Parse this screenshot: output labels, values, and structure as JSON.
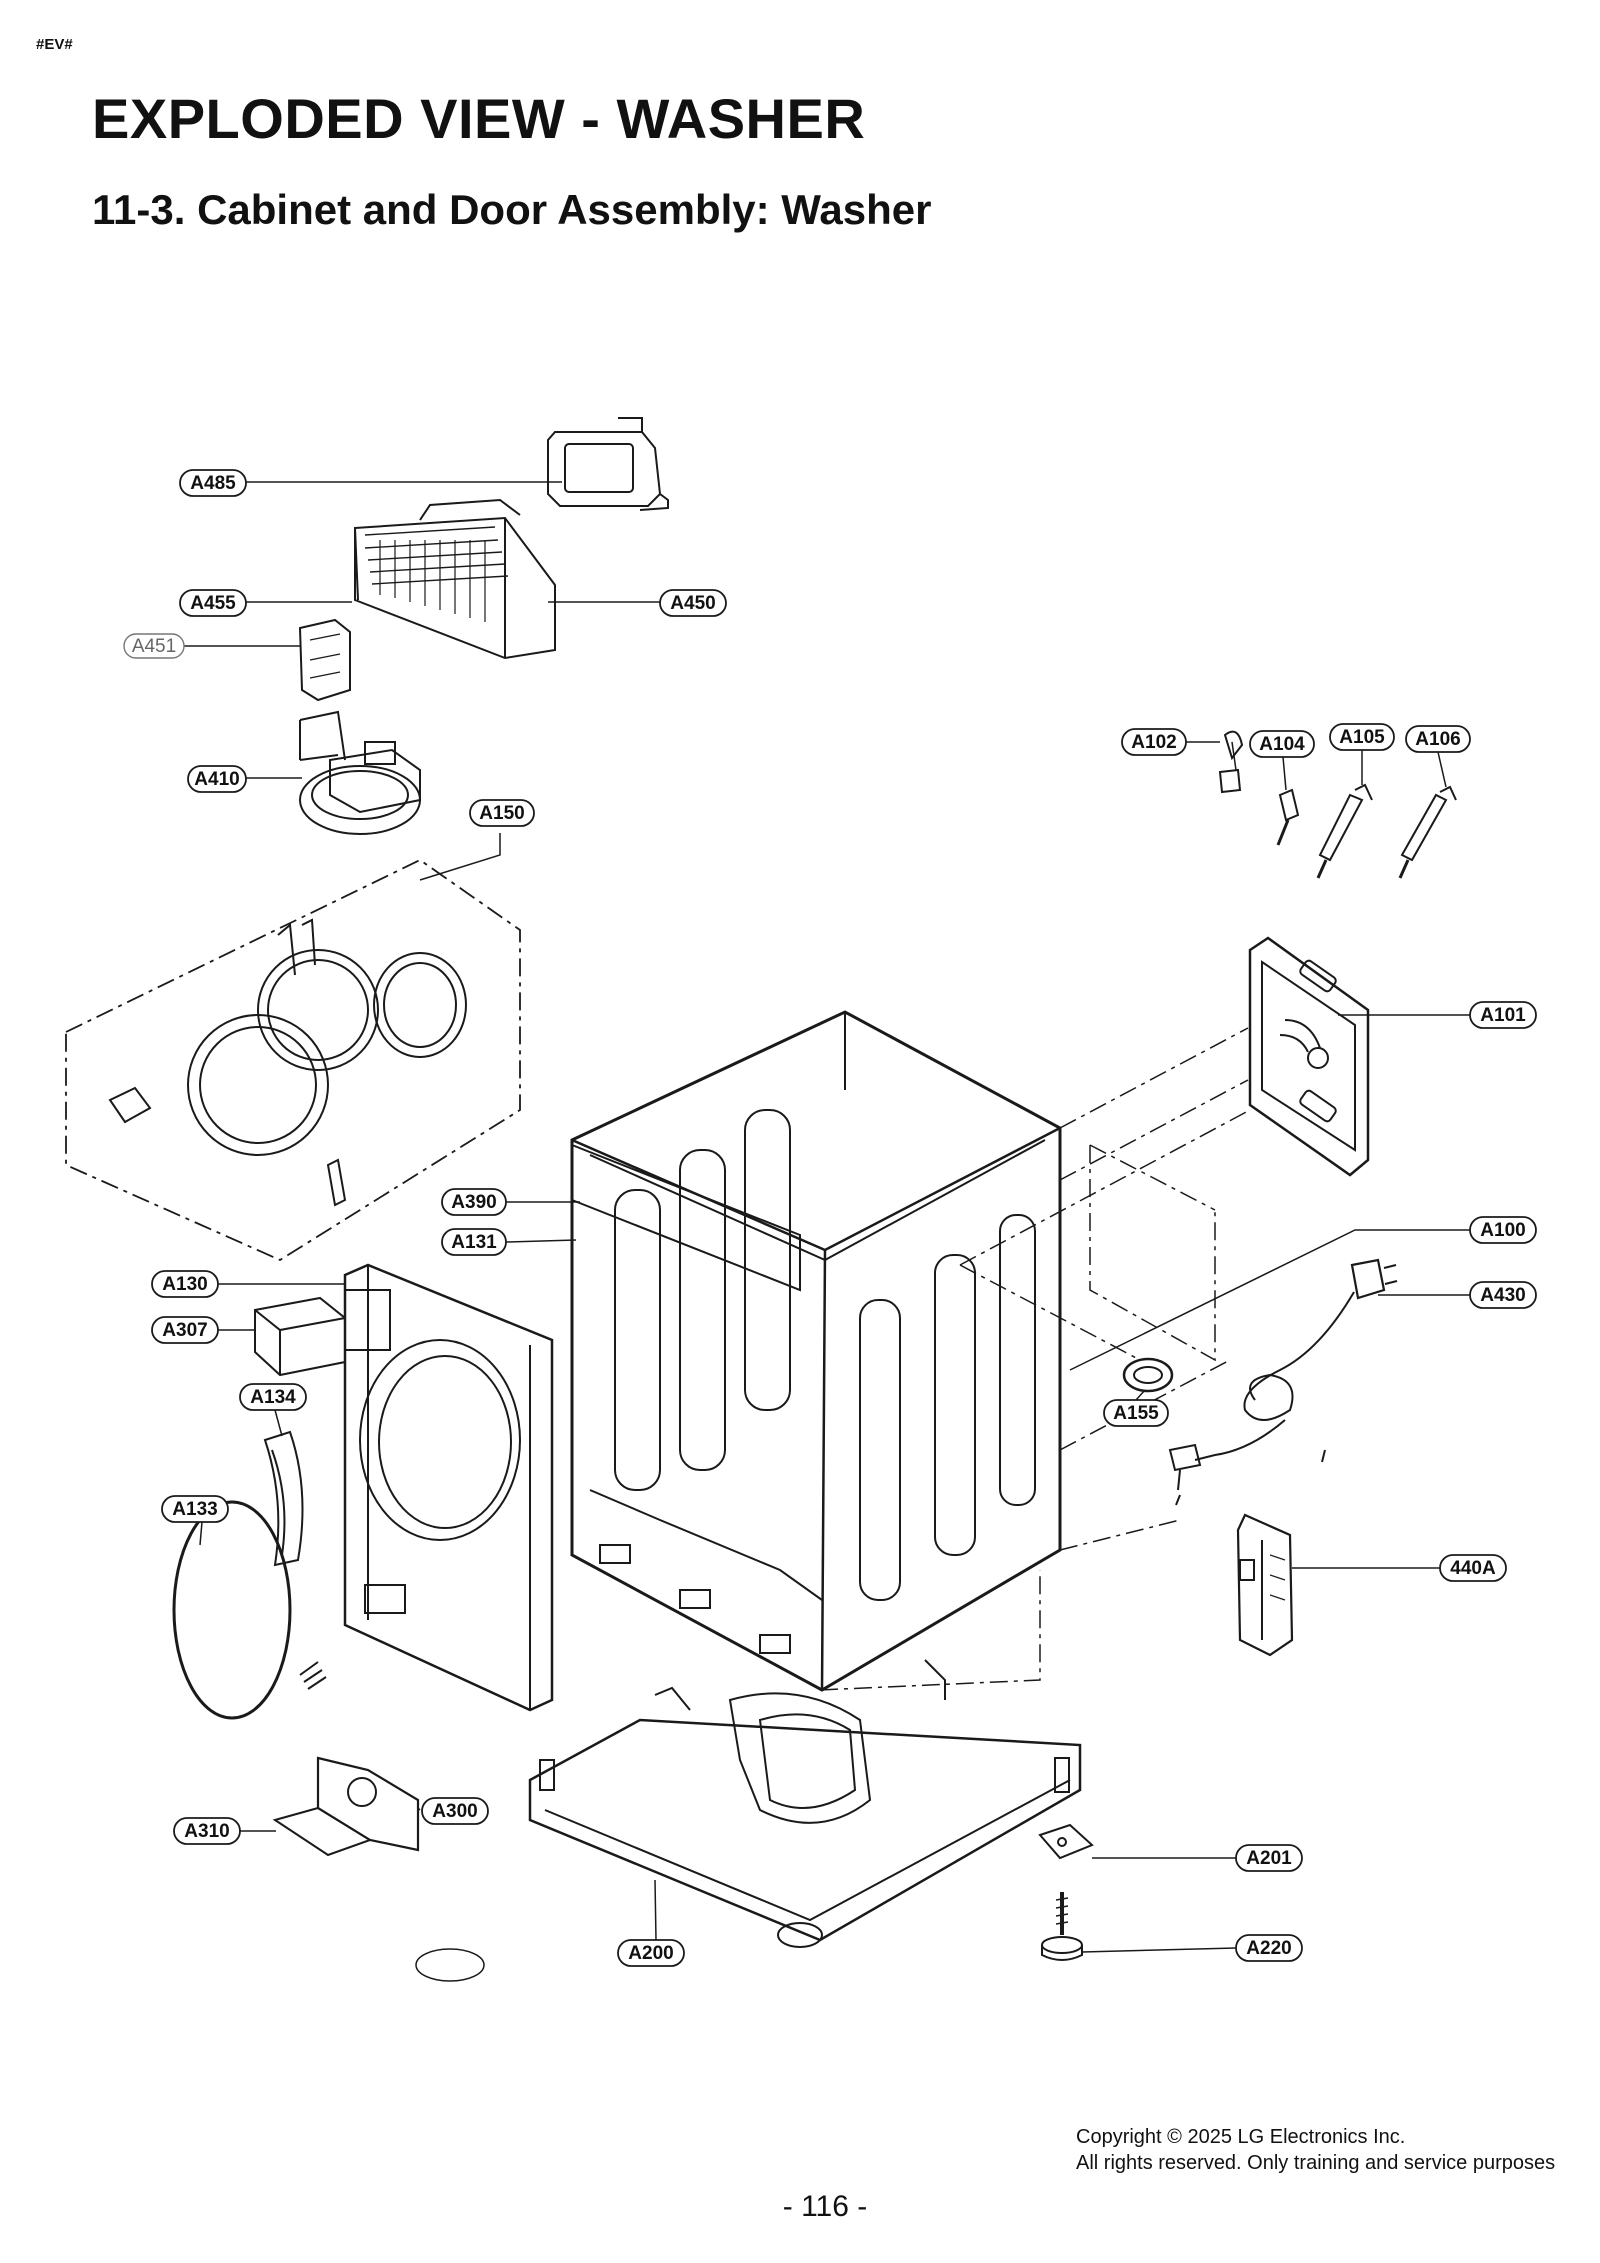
{
  "header": {
    "tag": "#EV#",
    "title": "EXPLODED VIEW - WASHER",
    "subtitle": "11-3. Cabinet and Door Assembly: Washer"
  },
  "parts": {
    "A485": "A485",
    "A455": "A455",
    "A450": "A450",
    "A451": "A451",
    "A410": "A410",
    "A150": "A150",
    "A102": "A102",
    "A104": "A104",
    "A105": "A105",
    "A106": "A106",
    "A101": "A101",
    "A390": "A390",
    "A131": "A131",
    "A100": "A100",
    "A130": "A130",
    "A430": "A430",
    "A307": "A307",
    "A134": "A134",
    "A155": "A155",
    "A133": "A133",
    "440A": "440A",
    "A300": "A300",
    "A310": "A310",
    "A201": "A201",
    "A200": "A200",
    "A220": "A220"
  },
  "footer": {
    "copyright_line1": "Copyright © 2025 LG Electronics Inc.",
    "copyright_line2": "All rights reserved. Only training and service purposes",
    "page_number": "- 116 -"
  }
}
